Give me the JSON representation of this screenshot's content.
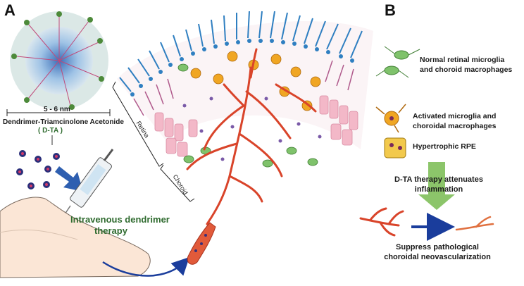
{
  "panels": {
    "a": "A",
    "b": "B"
  },
  "dendrimer": {
    "size": "5 - 6 nm",
    "name": "Dendrimer-Triamcinolone Acetonide",
    "abbr": "( D-TA )"
  },
  "administration": {
    "line1": "Intravenous dendrimer",
    "line2": "therapy"
  },
  "anatomy": {
    "retina": "Retina",
    "choroid": "Choroid"
  },
  "legend": {
    "normal_line1": "Normal retinal microglia",
    "normal_line2": "and choroid macrophages",
    "activated_line1": "Activated microglia and",
    "activated_line2": "choroidal macrophages",
    "rpe": "Hypertrophic RPE"
  },
  "therapy": {
    "line1": "D-TA therapy attenuates",
    "line2": "inflammation"
  },
  "outcome": {
    "line1": "Suppress pathological",
    "line2": "choroidal neovascularization"
  },
  "colors": {
    "vessel": "#d9442a",
    "photoreceptor": "#2f7fc1",
    "microglia_normal": "#7fc26b",
    "microglia_activated": "#f0a623",
    "rpe": "#f3b8c8",
    "arrow_blue": "#1a3d9c",
    "arrow_green": "#8cc56a"
  }
}
